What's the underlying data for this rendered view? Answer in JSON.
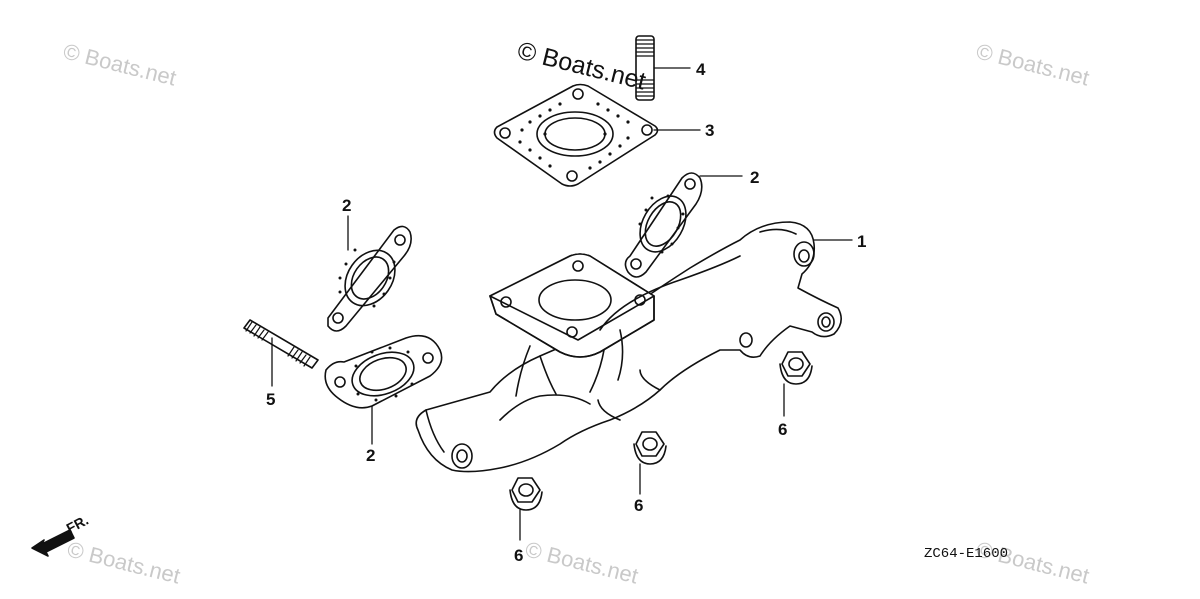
{
  "watermarks": {
    "main": "© Boats.net",
    "faint": "© Boats.net"
  },
  "callouts": {
    "p1": "1",
    "p2a": "2",
    "p2b": "2",
    "p2c": "2",
    "p3": "3",
    "p4": "4",
    "p5": "5",
    "p6a": "6",
    "p6b": "6",
    "p6c": "6"
  },
  "diagram_code": "ZC64-E1600",
  "front_indicator": "FR.",
  "colors": {
    "line": "#111111",
    "watermark": "#c9c9c9"
  }
}
